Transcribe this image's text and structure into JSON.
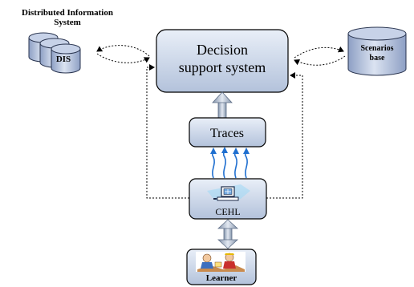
{
  "dis_title": [
    "Distributed Information",
    "System"
  ],
  "dis_label": "DIS",
  "scenarios_label": [
    "Scenarios",
    "base"
  ],
  "dss_label": [
    "Decision",
    "support system"
  ],
  "traces_label": "Traces",
  "cehl_label": "CEHL",
  "learner_label": "Learner",
  "colors": {
    "box_fill_light": "#e8eef8",
    "box_fill_dark": "#b4c3dc",
    "box_stroke": "#000000",
    "arrow_blue": "#1f6fd0",
    "arrow_grey": "#b8c4d4"
  }
}
